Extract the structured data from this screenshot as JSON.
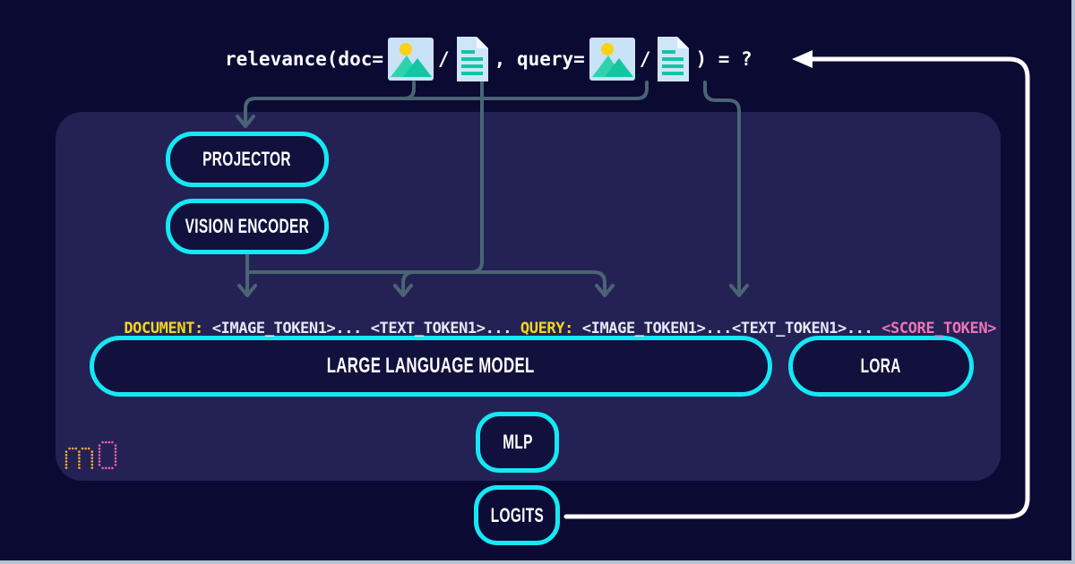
{
  "formula": {
    "prefix": "relevance(doc=",
    "slash": "/",
    "mid": ", query=",
    "suffix": ") = ?"
  },
  "boxes": {
    "projector": "PROJECTOR",
    "vision_encoder": "VISION ENCODER",
    "llm": "LARGE LANGUAGE MODEL",
    "lora": "LORA",
    "mlp": "MLP",
    "logits": "LOGITS"
  },
  "token_sequence": {
    "segments": [
      {
        "text": "DOCUMENT:",
        "color": "yellow"
      },
      {
        "text": " <IMAGE_TOKEN1>... <TEXT_TOKEN1>... ",
        "color": "white"
      },
      {
        "text": "QUERY:",
        "color": "yellow"
      },
      {
        "text": " <IMAGE_TOKEN1>...<TEXT_TOKEN1>... ",
        "color": "white"
      },
      {
        "text": "<SCORE_TOKEN>",
        "color": "pink"
      }
    ]
  },
  "logo": {
    "text": "m0"
  },
  "colors": {
    "background": "#0a0a33",
    "panel": "#242254",
    "box_fill": "#12113d",
    "accent_cyan": "#15e8f5",
    "wire_slate": "#4a6474",
    "wire_white": "#ffffff",
    "token_yellow": "#f7d520",
    "token_white": "#e6e6f7",
    "token_pink": "#f272b6",
    "icon_blue": "#c9e2f5",
    "icon_teal": "#14c5a2",
    "sun_yellow": "#fcd116",
    "logo_orange": "#f5a83c",
    "logo_pink": "#ee5fa7",
    "edge_strip": "#b4c0d4"
  }
}
